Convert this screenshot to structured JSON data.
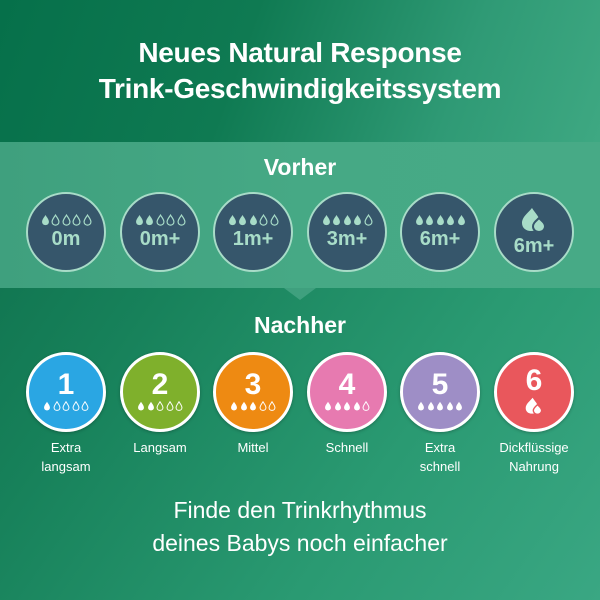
{
  "header": {
    "title_line1": "Neues Natural Response",
    "title_line2": "Trink-Geschwindigkeitssystem"
  },
  "before": {
    "title": "Vorher",
    "items": [
      {
        "age": "0m",
        "filled_drops": 1,
        "icon": "drops"
      },
      {
        "age": "0m+",
        "filled_drops": 2,
        "icon": "drops"
      },
      {
        "age": "1m+",
        "filled_drops": 3,
        "icon": "drops"
      },
      {
        "age": "3m+",
        "filled_drops": 4,
        "icon": "drops"
      },
      {
        "age": "6m+",
        "filled_drops": 5,
        "icon": "drops"
      },
      {
        "age": "6m+",
        "filled_drops": 0,
        "icon": "thick-liquid-drops"
      }
    ]
  },
  "after": {
    "title": "Nachher",
    "items": [
      {
        "number": "1",
        "filled_drops": 1,
        "icon": "drops",
        "color": "#2aa6e3",
        "label_line1": "Extra",
        "label_line2": "langsam"
      },
      {
        "number": "2",
        "filled_drops": 2,
        "icon": "drops",
        "color": "#7fb02c",
        "label_line1": "Langsam",
        "label_line2": ""
      },
      {
        "number": "3",
        "filled_drops": 3,
        "icon": "drops",
        "color": "#ee8a12",
        "label_line1": "Mittel",
        "label_line2": ""
      },
      {
        "number": "4",
        "filled_drops": 4,
        "icon": "drops",
        "color": "#e77ab0",
        "label_line1": "Schnell",
        "label_line2": ""
      },
      {
        "number": "5",
        "filled_drops": 5,
        "icon": "drops",
        "color": "#9e8ec6",
        "label_line1": "Extra",
        "label_line2": "schnell"
      },
      {
        "number": "6",
        "filled_drops": 0,
        "icon": "thick-liquid-drops",
        "color": "#e9575c",
        "label_line1": "Dickflüssige",
        "label_line2": "Nahrung"
      }
    ]
  },
  "footer": {
    "line1": "Finde den Trinkrhythmus",
    "line2": "deines Babys noch einfacher"
  },
  "colors": {
    "old_circle_fill": "#36566b",
    "old_circle_accent": "#a8dcc8",
    "before_band": "#46a985",
    "background_green": "#17815a"
  }
}
